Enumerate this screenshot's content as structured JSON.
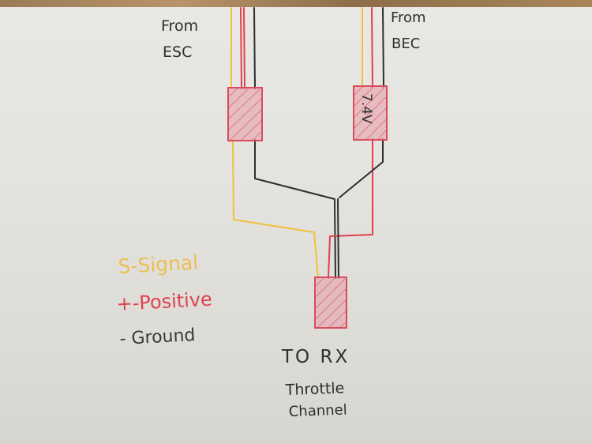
{
  "sources": {
    "esc": {
      "line1": "From",
      "line2": "ESC"
    },
    "bec": {
      "line1": "From",
      "line2": "BEC"
    }
  },
  "bec_connector_label": "7.4V",
  "legend": {
    "signal": "S-Signal",
    "positive": "+-Positive",
    "ground": "- Ground"
  },
  "destination": {
    "line1": "TO RX",
    "line2": "Throttle",
    "line3": "Channel"
  },
  "colors": {
    "signal_wire": "#f0c23a",
    "positive_wire": "#e0414f",
    "ground_wire": "#2e2e2e",
    "connector_fill": "#e79aa6",
    "connector_stroke": "#d94c5c",
    "legend_signal": "#ecbf52",
    "legend_positive": "#e0414f",
    "legend_ground": "#3a3a3a"
  }
}
